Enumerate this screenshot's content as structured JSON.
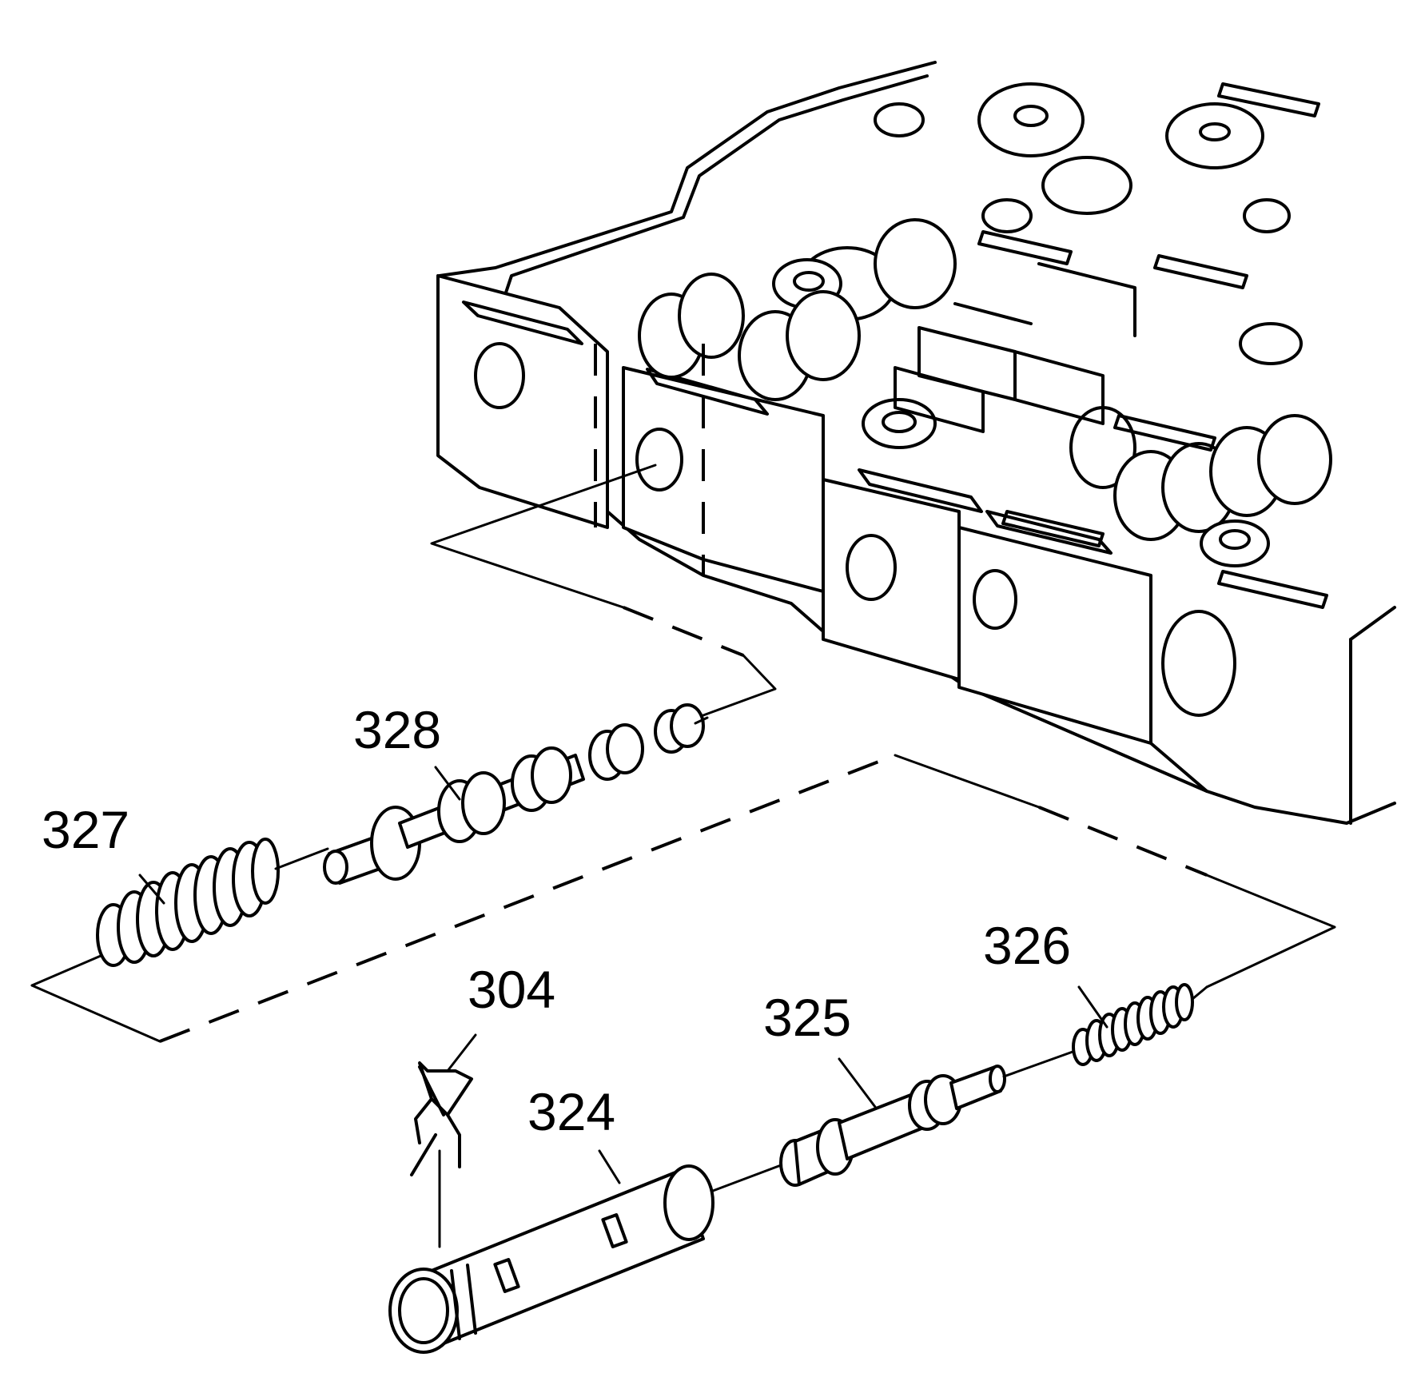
{
  "callouts": [
    {
      "id": "327",
      "text": "327"
    },
    {
      "id": "328",
      "text": "328"
    },
    {
      "id": "304",
      "text": "304"
    },
    {
      "id": "324",
      "text": "324"
    },
    {
      "id": "325",
      "text": "325"
    },
    {
      "id": "326",
      "text": "326"
    }
  ]
}
